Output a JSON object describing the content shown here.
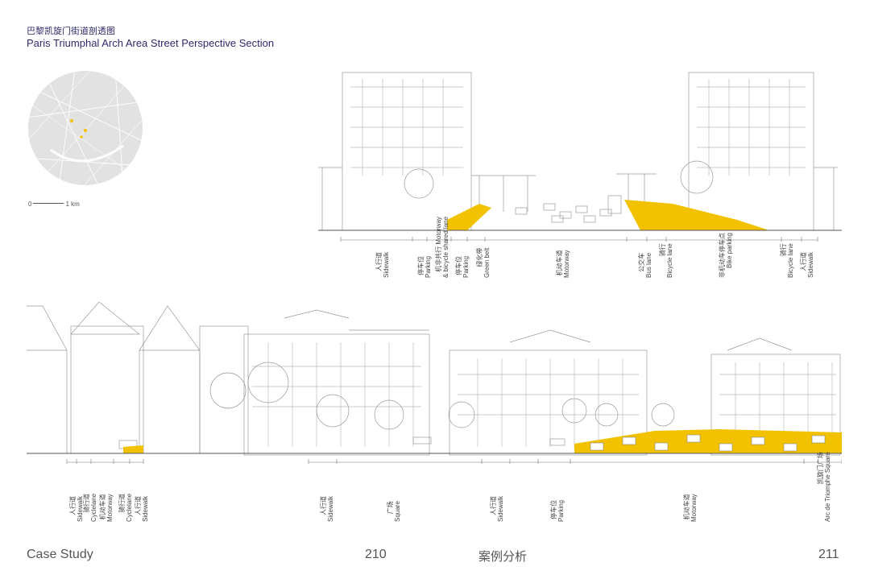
{
  "header": {
    "title_cn": "巴黎凯旋门街道剖透图",
    "title_en": "Paris Triumphal Arch Area Street Perspective Section"
  },
  "map": {
    "scale_start": "0",
    "scale_end": "1 km"
  },
  "section_top": {
    "labels": [
      {
        "cn": "人行道",
        "en": "Sidewalk"
      },
      {
        "cn": "停车位",
        "en": "Parking"
      },
      {
        "cn": "机非共行 Motorway",
        "en": "& bicycle shared lane"
      },
      {
        "cn": "停车位",
        "en": "Parking"
      },
      {
        "cn": "绿化带",
        "en": "Green belt"
      },
      {
        "cn": "机动车道",
        "en": "Motorway"
      },
      {
        "cn": "公交车",
        "en": "Bus lane"
      },
      {
        "cn": "骑行",
        "en": "Bicycle lane"
      },
      {
        "cn": "非机动车停车点",
        "en": "Bike parking"
      },
      {
        "cn": "骑行",
        "en": "Bicycle lane"
      },
      {
        "cn": "人行道",
        "en": "Sidewalk"
      }
    ]
  },
  "section_bottom": {
    "labels": [
      {
        "cn": "人行道",
        "en": "Sidewalk"
      },
      {
        "cn": "骑行道",
        "en": "Cyclelane"
      },
      {
        "cn": "机动车道",
        "en": "Motorway"
      },
      {
        "cn": "骑行道",
        "en": "Cyclelane"
      },
      {
        "cn": "人行道",
        "en": "Sidewalk"
      },
      {
        "cn": "人行道",
        "en": "Sidewalk"
      },
      {
        "cn": "广场",
        "en": "Square"
      },
      {
        "cn": "人行道",
        "en": "Sidewalk"
      },
      {
        "cn": "停车位",
        "en": "Parking"
      },
      {
        "cn": "机动车道",
        "en": "Motorway"
      },
      {
        "cn": "凯旋门广场",
        "en": "Arc de Triomphe Square"
      }
    ]
  },
  "footer": {
    "left": "Case Study",
    "page_left": "210",
    "center": "案例分析",
    "page_right": "211"
  },
  "colors": {
    "accent": "#f2c200",
    "title": "#2f2a6b",
    "line": "#8a8a8a"
  }
}
